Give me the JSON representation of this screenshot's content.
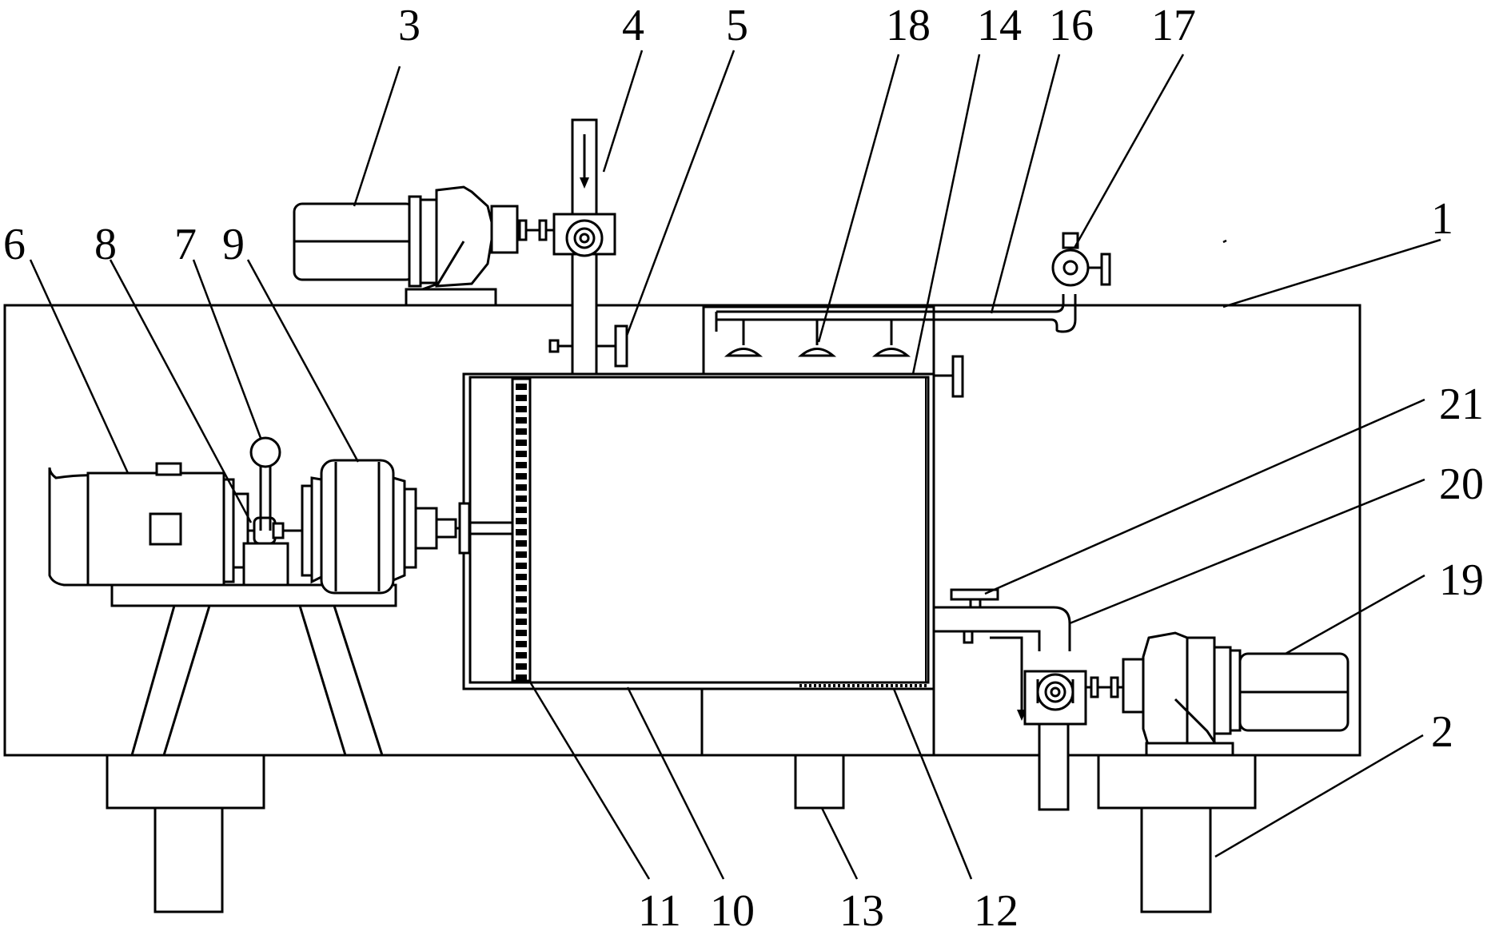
{
  "labels": {
    "n1": "1",
    "n2": "2",
    "n3": "3",
    "n4": "4",
    "n5": "5",
    "n6": "6",
    "n7": "7",
    "n8": "8",
    "n9": "9",
    "n10": "10",
    "n11": "11",
    "n12": "12",
    "n13": "13",
    "n14": "14",
    "n16": "16",
    "n17": "17",
    "n18": "18",
    "n19": "19",
    "n20": "20",
    "n21": "21"
  },
  "colors": {
    "line": "#000000",
    "background": "#ffffff"
  }
}
